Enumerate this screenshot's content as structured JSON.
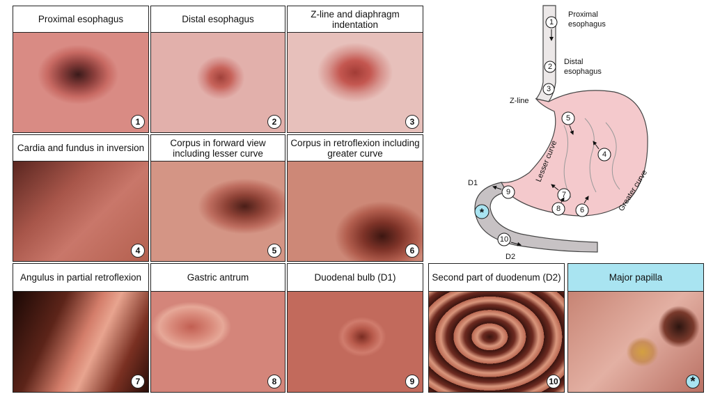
{
  "panels": [
    {
      "caption": "Proximal esophagus",
      "number": "1"
    },
    {
      "caption": "Distal esophagus",
      "number": "2"
    },
    {
      "caption": "Z-line and diaphragm indentation",
      "number": "3"
    },
    {
      "caption": "Cardia and fundus in inversion",
      "number": "4"
    },
    {
      "caption": "Corpus in forward view including lesser curve",
      "number": "5"
    },
    {
      "caption": "Corpus in retroflexion including greater curve",
      "number": "6"
    },
    {
      "caption": "Angulus in partial retroflexion",
      "number": "7"
    },
    {
      "caption": "Gastric antrum",
      "number": "8"
    },
    {
      "caption": "Duodenal bulb (D1)",
      "number": "9"
    },
    {
      "caption": "Second part of duodenum (D2)",
      "number": "10"
    },
    {
      "caption": "Major papilla",
      "number": "*"
    }
  ],
  "diagram": {
    "labels": {
      "proximal": "Proximal esophagus",
      "distal": "Distal esophagus",
      "zline": "Z-line",
      "d1": "D1",
      "d2": "D2",
      "lesser": "Lesser curve",
      "greater": "Greater curve"
    },
    "markers": [
      "1",
      "2",
      "3",
      "4",
      "5",
      "6",
      "7",
      "8",
      "9",
      "10",
      "*"
    ]
  },
  "colors": {
    "stomach": "#f4c9cc",
    "duodenum": "#c7c2c4",
    "highlight": "#a9e4f1"
  }
}
